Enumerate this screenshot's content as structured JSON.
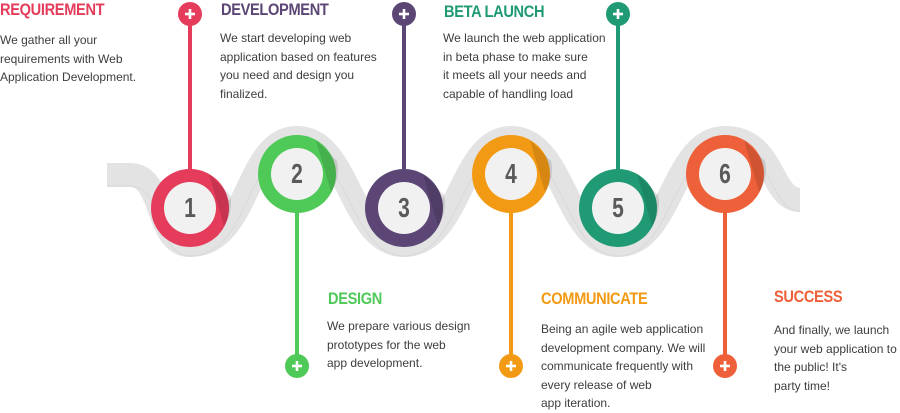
{
  "steps": [
    {
      "number": "1",
      "title": "REQUIREMENT",
      "description": "We gather all your\nrequirements with Web\nApplication Development.",
      "color": "#e43c5a",
      "connector": "top"
    },
    {
      "number": "2",
      "title": "DESIGN",
      "description": "We prepare various design\nprototypes for the web\napp development.",
      "color": "#4fc957",
      "connector": "bottom"
    },
    {
      "number": "3",
      "title": "DEVELOPMENT",
      "description": "We start developing web\napplication based on features\nyou need and design you\nfinalized.",
      "color": "#5b4675",
      "connector": "top"
    },
    {
      "number": "4",
      "title": "COMMUNICATE",
      "description": "Being an agile web application\ndevelopment company. We will\ncommunicate frequently with\nevery release of web\napp iteration.",
      "color": "#f39a14",
      "connector": "bottom"
    },
    {
      "number": "5",
      "title": "BETA LAUNCH",
      "description": "We launch the web application\nin beta phase to make sure\nit meets all your needs and\ncapable of handling load",
      "color": "#1f9a74",
      "connector": "top"
    },
    {
      "number": "6",
      "title": "SUCCESS",
      "description": "And finally, we launch\nyour web application to\nthe public! It's\nparty time!",
      "color": "#ee6039",
      "connector": "bottom"
    }
  ],
  "colors": {
    "track": "#e3e3e3",
    "track_shadow": "#d2d2d2",
    "inner_circle": "#f1f1f1",
    "number_text": "#5a5a5a",
    "description_text": "#3d3d3d"
  },
  "icons": {
    "connector_button": "plus-icon"
  }
}
